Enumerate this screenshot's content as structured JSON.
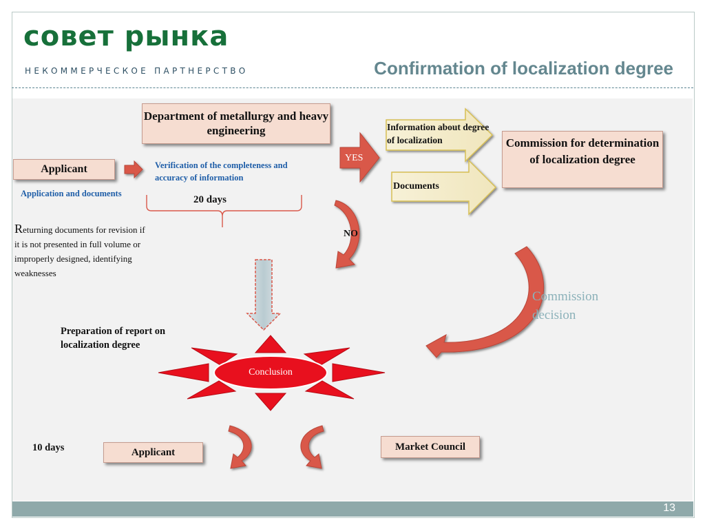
{
  "header": {
    "logo_main": "совет рынка",
    "logo_sub": "НЕКОММЕРЧЕСКОЕ ПАРТНЕРСТВО",
    "title": "Confirmation of localization degree"
  },
  "diagram": {
    "department": "Department of metallurgy and heavy engineering",
    "applicant_top": "Applicant",
    "application_docs": "Application and documents",
    "verification": "Verification of the completeness and accuracy of information",
    "days_20": "20 days",
    "returning_first": "R",
    "returning_rest": "eturning documents for revision if it is not presented in full volume or improperly designed, identifying weaknesses",
    "yes": "YES",
    "no": "NO",
    "info_about": "Information about degree of localization",
    "documents": "Documents",
    "commission": "Commission for determination of localization degree",
    "commission_decision": "Commission decision",
    "preparation": "Preparation of report on localization degree",
    "conclusion": "Conclusion",
    "days_10": "10 days",
    "applicant_bottom": "Applicant",
    "market_council": "Market Council"
  },
  "footer": {
    "page_number": "13"
  },
  "colors": {
    "brand_green": "#17703a",
    "title_gray": "#64878f",
    "arrow_red": "#d9584a",
    "star_red": "#e8101e",
    "footer": "#8fa9aa"
  }
}
